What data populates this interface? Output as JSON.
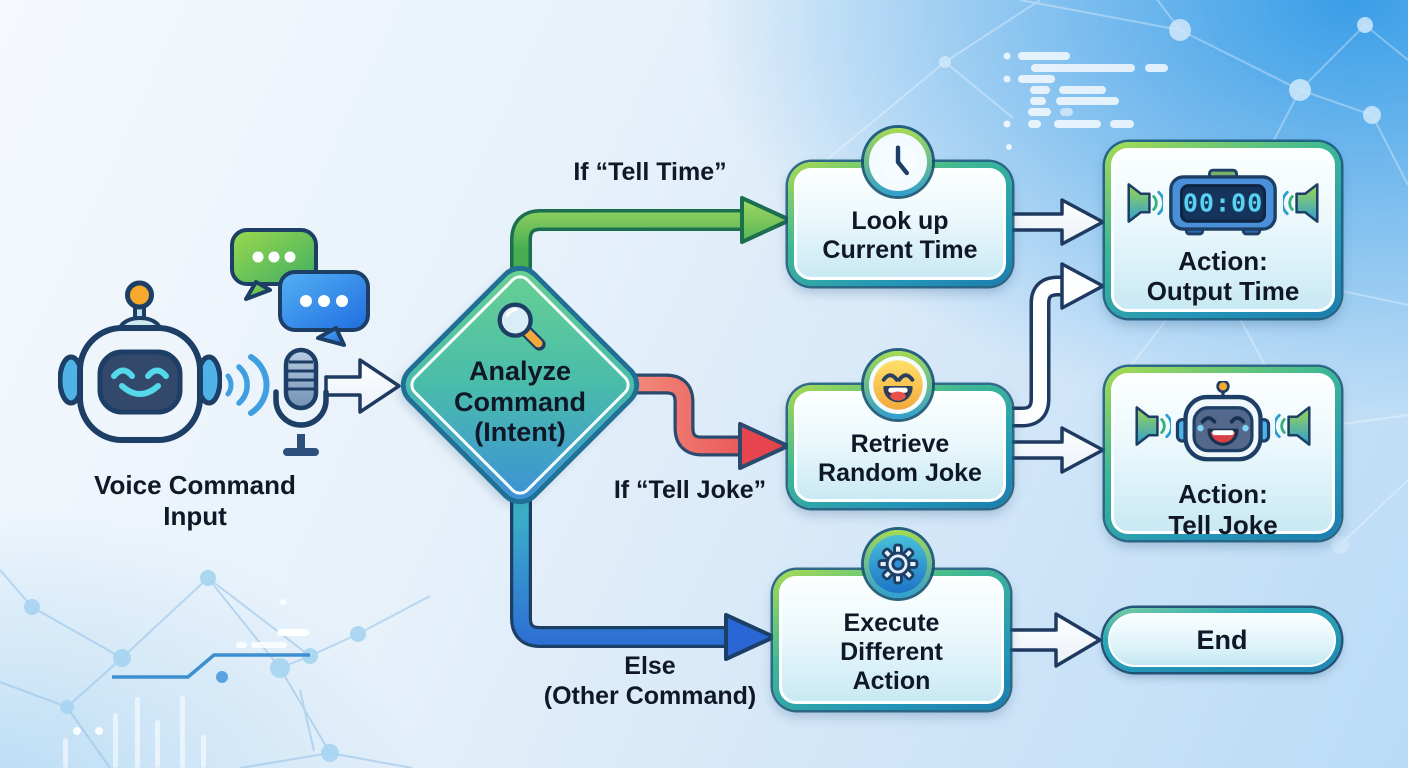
{
  "flow": {
    "input": {
      "label": "Voice Command\nInput"
    },
    "decision": {
      "label": "Analyze\nCommand\n(Intent)"
    },
    "branches": {
      "tell_time": "If “Tell Time”",
      "tell_joke": "If “Tell Joke”",
      "else": "Else\n(Other Command)"
    },
    "steps": {
      "lookup_time": "Look up\nCurrent Time",
      "retrieve_joke": "Retrieve\nRandom Joke",
      "execute_other": "Execute\nDifferent\nAction"
    },
    "actions": {
      "output_time": "Action:\nOutput Time",
      "tell_joke": "Action:\nTell Joke"
    },
    "terminal": {
      "end": "End"
    },
    "clock_display": "00:00"
  },
  "icons": {
    "input_robot": "robot-icon",
    "input_chat": "chat-bubbles-icon",
    "input_waves": "sound-waves-icon",
    "input_mic": "microphone-icon",
    "decision_icon": "magnifier-icon",
    "lookup_time_icon": "clock-icon",
    "retrieve_joke_icon": "laughing-emoji-icon",
    "execute_other_icon": "gear-icon",
    "output_time_icon": "digital-clock-icon",
    "tell_joke_icon": "laughing-robot-icon",
    "action_sound_icon": "speaker-icon"
  },
  "colors": {
    "text": "#101828",
    "branch_tell_time_arrow": "#47ad52",
    "branch_tell_joke_arrow": "#e6454e",
    "branch_else_arrow": "#2b66d6",
    "connector_arrow_fill": "#ffffff",
    "connector_arrow_outline": "#1f3a60",
    "node_border_green": "#a9dc50",
    "node_border_blue": "#1b7cae",
    "node_fill_bottom": "#c9e9f4",
    "diamond_gradient_top": "#6ad190",
    "diamond_gradient_bottom": "#3c8ed8",
    "background_top_right": "#35a0e6",
    "clock_digits": "#58d2f0"
  }
}
